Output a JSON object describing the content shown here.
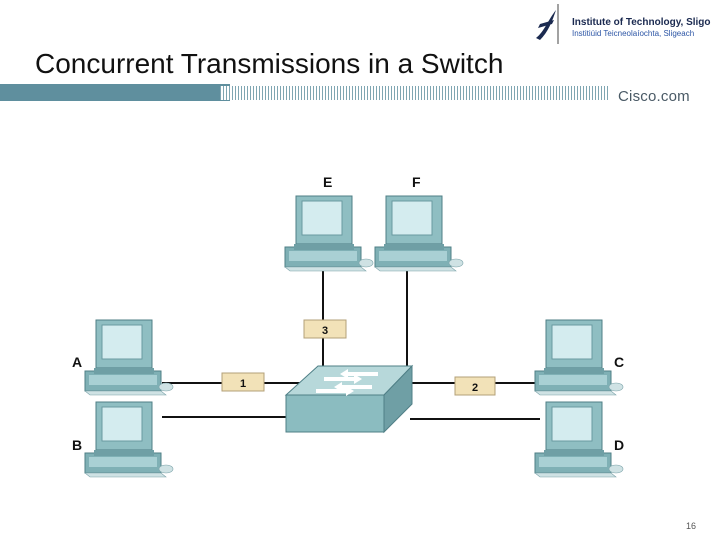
{
  "header": {
    "title": "Concurrent Transmissions in a Switch",
    "institution_line1": "Institute of Technology, Sligo",
    "institution_line2": "Institiúid Teicneolaíochta, Sligeach",
    "brand": "Cisco.com"
  },
  "diagram": {
    "hosts": [
      {
        "id": "A",
        "label": "A"
      },
      {
        "id": "B",
        "label": "B"
      },
      {
        "id": "C",
        "label": "C"
      },
      {
        "id": "D",
        "label": "D"
      },
      {
        "id": "E",
        "label": "E"
      },
      {
        "id": "F",
        "label": "F"
      }
    ],
    "frames": [
      {
        "id": "1",
        "label": "1",
        "link": "A-switch"
      },
      {
        "id": "2",
        "label": "2",
        "link": "switch-C"
      },
      {
        "id": "3",
        "label": "3",
        "link": "E-switch"
      }
    ],
    "device": "switch"
  },
  "footer": {
    "page_number": "16"
  },
  "colors": {
    "header_bar": "#5f8f9e",
    "monitor_frame": "#8fbec2",
    "monitor_screen": "#d4ecef",
    "switch_body": "#8bbcc0",
    "frame_box": "#f2e2b8",
    "cable": "#111111"
  }
}
